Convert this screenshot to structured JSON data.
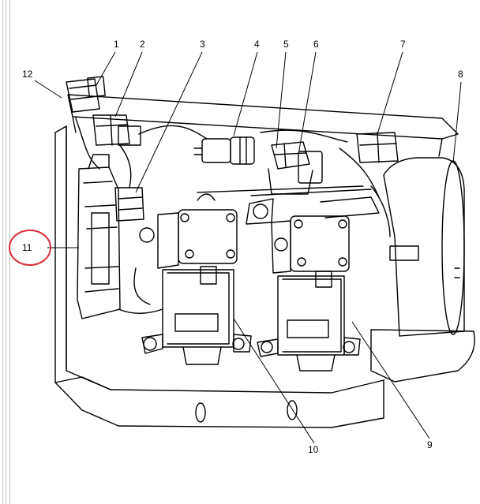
{
  "callouts": [
    {
      "id": "1",
      "text": "1"
    },
    {
      "id": "2",
      "text": "2"
    },
    {
      "id": "3",
      "text": "3"
    },
    {
      "id": "4",
      "text": "4"
    },
    {
      "id": "5",
      "text": "5"
    },
    {
      "id": "6",
      "text": "6"
    },
    {
      "id": "7",
      "text": "7"
    },
    {
      "id": "8",
      "text": "8"
    },
    {
      "id": "9",
      "text": "9"
    },
    {
      "id": "10",
      "text": "10"
    },
    {
      "id": "11",
      "text": "11"
    },
    {
      "id": "12",
      "text": "12"
    }
  ],
  "highlight": {
    "target": "11",
    "color": "#d9303a"
  }
}
